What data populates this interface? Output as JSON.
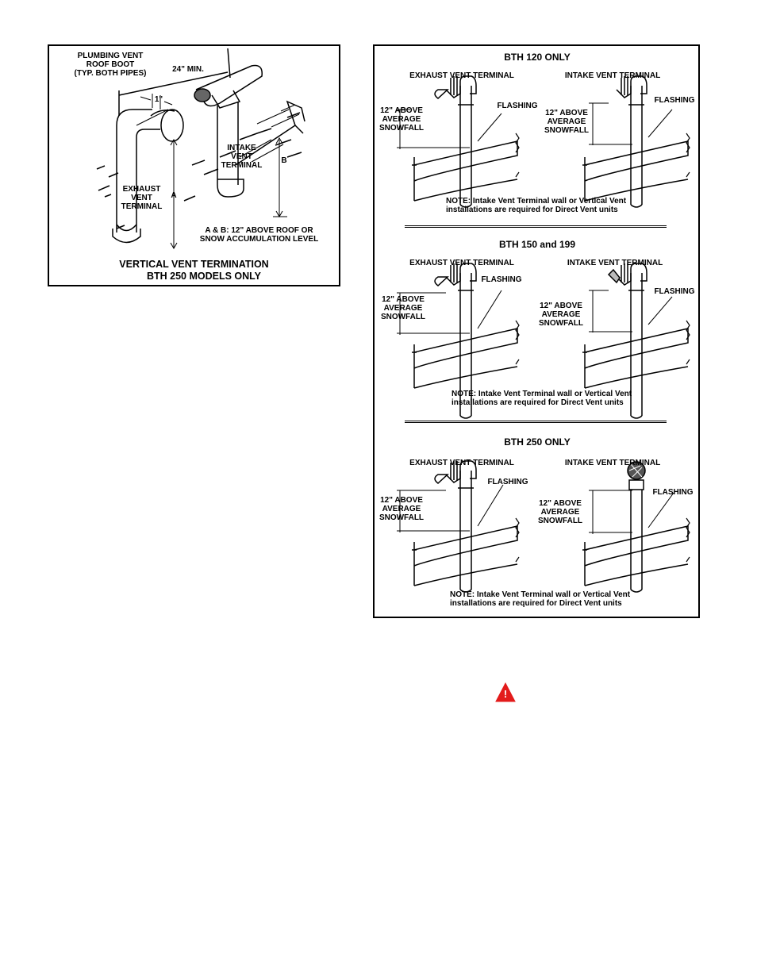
{
  "left_figure": {
    "plumbing_vent": "PLUMBING VENT\nROOF BOOT\n(TYP. BOTH PIPES)",
    "min_24": "24\" MIN.",
    "one_inch": "1\"",
    "intake": "INTAKE\nVENT\nTERMINAL",
    "exhaust": "EXHAUST\nVENT\nTERMINAL",
    "dim_a": "A",
    "dim_b": "B",
    "ab_note": "A & B: 12\" ABOVE ROOF OR\nSNOW ACCUMULATION LEVEL",
    "caption_line1": "VERTICAL VENT TERMINATION",
    "caption_line2": "BTH 250 MODELS ONLY"
  },
  "right_figure": {
    "sections": [
      {
        "title": "BTH 120 ONLY",
        "exhaust_header": "EXHAUST VENT TERMINAL",
        "intake_header": "INTAKE VENT TERMINAL",
        "flashing_left": "FLASHING",
        "flashing_right": "FLASHING",
        "snow_left": "12\" ABOVE\nAVERAGE\nSNOWFALL",
        "snow_right": "12\" ABOVE\nAVERAGE\nSNOWFALL",
        "note": "NOTE: Intake Vent Terminal wall or Vertical Vent\ninstallations are required for Direct Vent units"
      },
      {
        "title": "BTH 150 and 199",
        "exhaust_header": "EXHAUST VENT TERMINAL",
        "intake_header": "INTAKE VENT TERMINAL",
        "flashing_left": "FLASHING",
        "flashing_right": "FLASHING",
        "snow_left": "12\" ABOVE\nAVERAGE\nSNOWFALL",
        "snow_right": "12\" ABOVE\nAVERAGE\nSNOWFALL",
        "note": "NOTE: Intake Vent Terminal wall or Vertical Vent\ninstallations are required for Direct Vent units"
      },
      {
        "title": "BTH 250 ONLY",
        "exhaust_header": "EXHAUST VENT TERMINAL",
        "intake_header": "INTAKE VENT TERMINAL",
        "flashing_left": "FLASHING",
        "flashing_right": "FLASHING",
        "snow_left": "12\" ABOVE\nAVERAGE\nSNOWFALL",
        "snow_right": "12\" ABOVE\nAVERAGE\nSNOWFALL",
        "note": "NOTE: Intake Vent Terminal wall or Vertical Vent\ninstallations are required for Direct Vent units"
      }
    ]
  },
  "warning": {
    "icon": "warning-triangle-icon",
    "color": "#e31b1b",
    "symbol": "!"
  }
}
